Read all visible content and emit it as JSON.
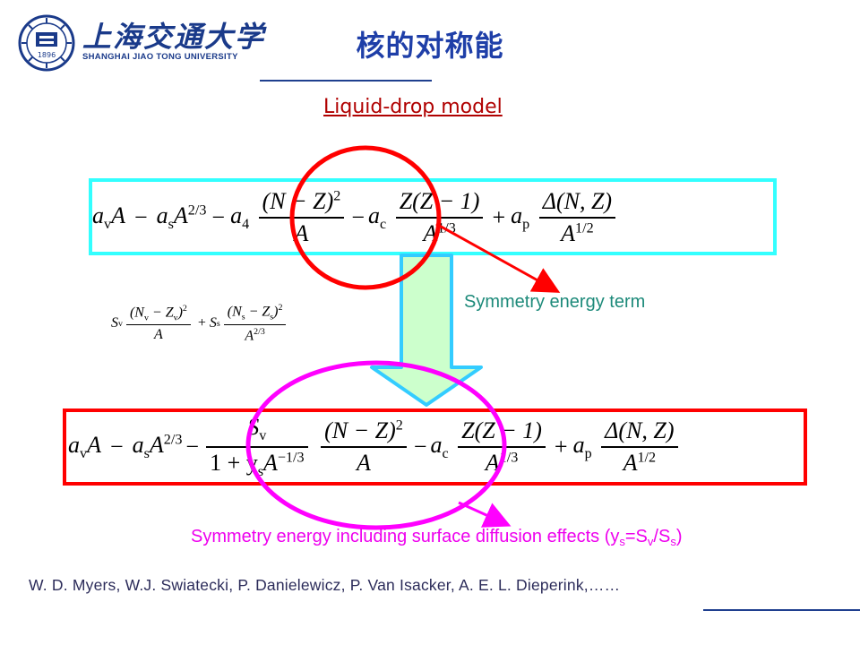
{
  "slide": {
    "title": "核的对称能",
    "subtitle": "Liquid-drop model"
  },
  "logo": {
    "cn_name": "上海交通大学",
    "en_name": "SHANGHAI JIAO TONG UNIVERSITY",
    "year": "1896"
  },
  "formula_top": {
    "t1_coef": "a",
    "t1_sub": "v",
    "t1_var": "A",
    "op1": "−",
    "t2_coef": "a",
    "t2_sub": "s",
    "t2_var": "A",
    "t2_exp": "2/3",
    "op2": "−",
    "t3_coef": "a",
    "t3_sub": "4",
    "t3_num": "(N − Z)",
    "t3_num_exp": "2",
    "t3_den": "A",
    "op3": "−",
    "t4_coef": "a",
    "t4_sub": "c",
    "t4_num": "Z(Z − 1)",
    "t4_den": "A",
    "t4_den_exp": "1/3",
    "op4": "+",
    "t5_coef": "a",
    "t5_sub": "p",
    "t5_num": "Δ(N, Z)",
    "t5_den": "A",
    "t5_den_exp": "1/2"
  },
  "formula_mid": {
    "s1": "S",
    "s1_sub": "v",
    "num1": "(N",
    "num1_sub": "v",
    "num1_mid": " − Z",
    "num1_sub2": "v",
    "num1_end": ")",
    "num1_exp": "2",
    "den1": "A",
    "op": "+",
    "s2": "S",
    "s2_sub": "s",
    "num2": "(N",
    "num2_sub": "s",
    "num2_mid": " − Z",
    "num2_sub2": "s",
    "num2_end": ")",
    "num2_exp": "2",
    "den2": "A",
    "den2_exp": "2/3"
  },
  "formula_bottom": {
    "t1_coef": "a",
    "t1_sub": "v",
    "t1_var": "A",
    "op1": "−",
    "t2_coef": "a",
    "t2_sub": "s",
    "t2_var": "A",
    "t2_exp": "2/3",
    "op2": "−",
    "sv_num": "S",
    "sv_sub": "v",
    "sv_den_pre": "1 + y",
    "sv_den_sub": "s",
    "sv_den_var": "A",
    "sv_den_exp": "−1/3",
    "t3_num": "(N − Z)",
    "t3_num_exp": "2",
    "t3_den": "A",
    "op3": "−",
    "t4_coef": "a",
    "t4_sub": "c",
    "t4_num": "Z(Z − 1)",
    "t4_den": "A",
    "t4_den_exp": "1/3",
    "op4": "+",
    "t5_coef": "a",
    "t5_sub": "p",
    "t5_num": "Δ(N, Z)",
    "t5_den": "A",
    "t5_den_exp": "1/2"
  },
  "annotations": {
    "symmetry_term": "Symmetry energy term",
    "surface_prefix": "Symmetry energy including surface diffusion effects (y",
    "surface_s1": "s",
    "surface_eq": "=S",
    "surface_v": "v",
    "surface_slash": "/S",
    "surface_s2": "s",
    "surface_suffix": ")"
  },
  "references": "W. D. Myers, W.J. Swiatecki, P. Danielewicz, P. Van Isacker, A. E. L. Dieperink,……",
  "colors": {
    "title": "#1f3fa8",
    "subtitle": "#b00000",
    "box_top": "#33ffff",
    "box_bottom": "#ff0000",
    "ellipse_red": "#ff0000",
    "ellipse_magenta": "#ff00ff",
    "arrow_fill": "#ccffcc",
    "arrow_stroke": "#33ccff",
    "symmetry_label": "#1d8a7a",
    "surface_label": "#ee00ee"
  }
}
